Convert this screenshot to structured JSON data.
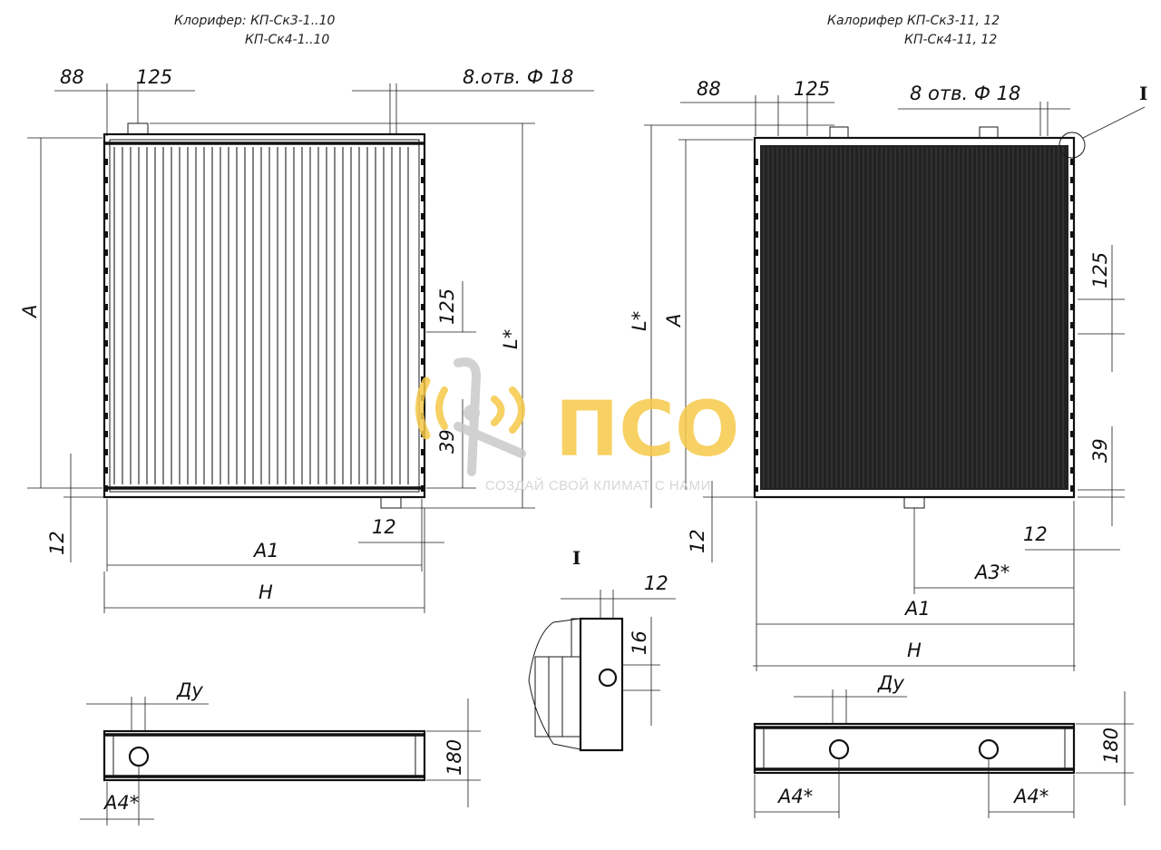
{
  "left_view": {
    "caption_line1": "Клорифер: КП-Ск3-1..10",
    "caption_line2": "КП-Ск4-1..10",
    "dim_88": "88",
    "dim_125_top": "125",
    "holes": "8.отв. Ф 18",
    "dim_A": "A",
    "dim_L": "L*",
    "dim_125_side": "125",
    "dim_39": "39",
    "dim_12_left": "12",
    "dim_12_bottom": "12",
    "dim_A1": "A1",
    "dim_H": "H"
  },
  "right_view": {
    "caption_line1": "Калорифер КП-Ск3-11, 12",
    "caption_line2": "КП-Ск4-11, 12",
    "dim_88": "88",
    "dim_125_top": "125",
    "holes": "8 отв. Ф 18",
    "detail_ref": "I",
    "dim_L": "L*",
    "dim_A": "A",
    "dim_125_side": "125",
    "dim_39": "39",
    "dim_12_left": "12",
    "dim_12_right": "12",
    "dim_A3": "A3*",
    "dim_A1": "A1",
    "dim_H": "H"
  },
  "detail": {
    "title": "I",
    "dim_12": "12",
    "dim_16": "16"
  },
  "left_side_view": {
    "dim_Du": "Ду",
    "dim_180": "180",
    "dim_A4": "A4*"
  },
  "right_side_view": {
    "dim_Du": "Ду",
    "dim_180": "180",
    "dim_A4_left": "A4*",
    "dim_A4_right": "A4*"
  },
  "watermark": {
    "brand": "ПСО",
    "tagline": "СОЗДАЙ СВОЙ КЛИМАТ С НАМИ",
    "accent_color": "#f6c94a",
    "gray_color": "#c9c9c9"
  }
}
